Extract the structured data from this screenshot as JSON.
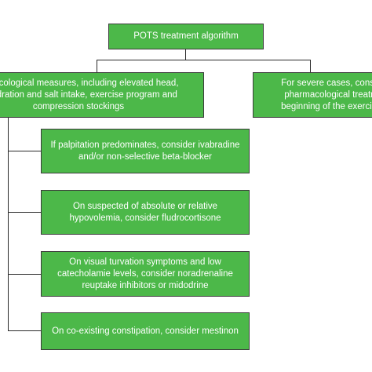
{
  "diagram": {
    "root": "POTS treatment algorithm",
    "left_branch": "armacological measures, including elevated head,\ng hydration and salt intake, exercise program and\ncompression stockings",
    "right_branch": "For severe cases, consid\npharmacological treatm\nbeginning of the exercise",
    "children": [
      "If palpitation predominates, consider ivabradine\nand/or non-selective beta-blocker",
      "On suspected of absolute or relative\nhypovolemia, consider fludrocortisone",
      "On visual turvation symptoms and low\ncatecholamie levels, consider noradrenaline\nreuptake inhibitors or midodrine",
      "On co-existing constipation, consider mestinon"
    ],
    "colors": {
      "box_fill": "#4cb849",
      "box_border": "#3b3b3b",
      "text": "#ffffff",
      "connector": "#2a2a2a",
      "background": "#ffffff"
    }
  }
}
